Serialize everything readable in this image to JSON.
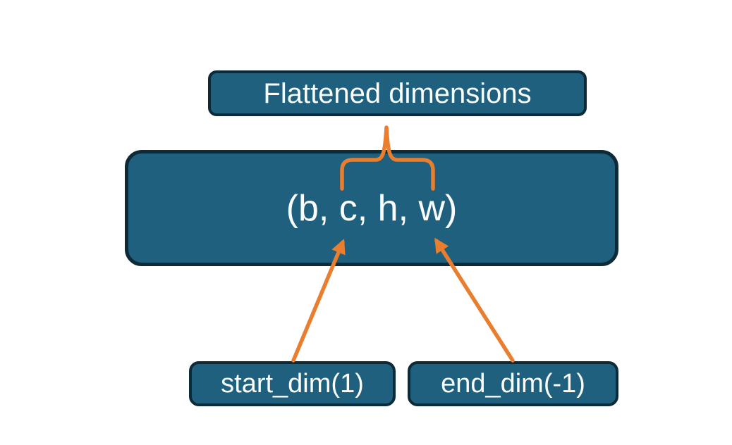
{
  "theme": {
    "background": "#ffffff",
    "box_fill": "#1f607e",
    "box_border": "#0d2a38",
    "text_color": "#fafcfc",
    "accent_orange": "#e87e2e"
  },
  "diagram": {
    "title_box": {
      "label": "Flattened dimensions"
    },
    "tensor_box": {
      "label": "(b, c, h, w)"
    },
    "start_dim_box": {
      "label": "start_dim(1)"
    },
    "end_dim_box": {
      "label": "end_dim(-1)"
    }
  }
}
